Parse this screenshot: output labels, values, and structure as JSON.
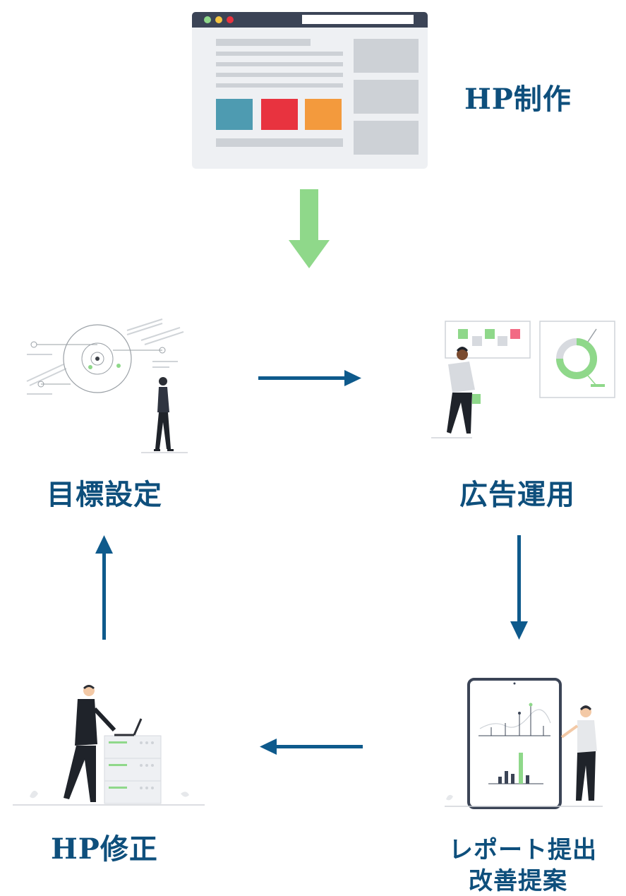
{
  "steps": {
    "hp_create": "HP制作",
    "goal_setting": "目標設定",
    "ad_operation": "広告運用",
    "report_line1": "レポート提出",
    "report_line2": "改善提案",
    "hp_fix": "HP修正"
  },
  "colors": {
    "label": "#0e4f7c",
    "flow_arrow": "#0e5a8c",
    "start_arrow": "#8fd88a",
    "browser_bar": "#3b4456",
    "block_teal": "#4e9bb1",
    "block_red": "#e8333f",
    "block_orange": "#f39a3d",
    "accent_green": "#8fd88a",
    "accent_pink": "#f26a84"
  }
}
